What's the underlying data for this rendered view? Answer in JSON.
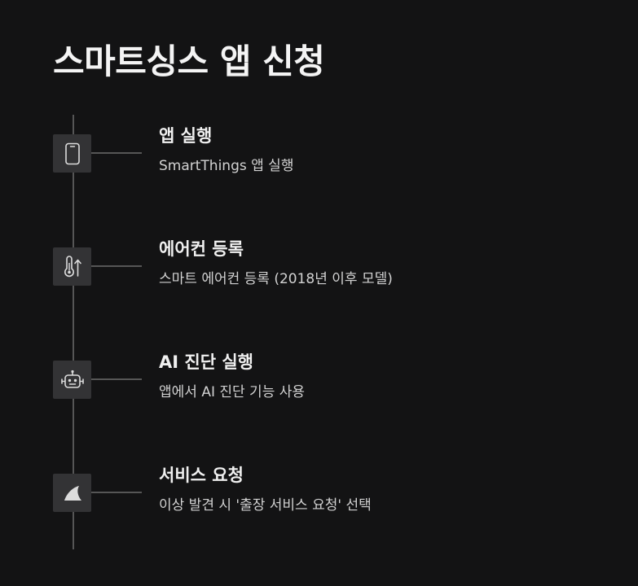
{
  "title": "스마트싱스 앱 신청",
  "steps": [
    {
      "icon": "smartphone-icon",
      "title": "앱 실행",
      "description": "SmartThings 앱 실행"
    },
    {
      "icon": "thermometer-icon",
      "title": "에어컨 등록",
      "description": "스마트 에어컨 등록 (2018년 이후 모델)"
    },
    {
      "icon": "robot-icon",
      "title": "AI 진단 실행",
      "description": "앱에서 AI 진단 기능 사용"
    },
    {
      "icon": "fin-icon",
      "title": "서비스 요청",
      "description": "이상 발견 시 '출장 서비스 요청' 선택"
    }
  ],
  "colors": {
    "background": "#131314",
    "icon_box": "#333335",
    "line": "#565656",
    "text": "#f0f0f0",
    "muted_text": "#d2d2d2"
  }
}
